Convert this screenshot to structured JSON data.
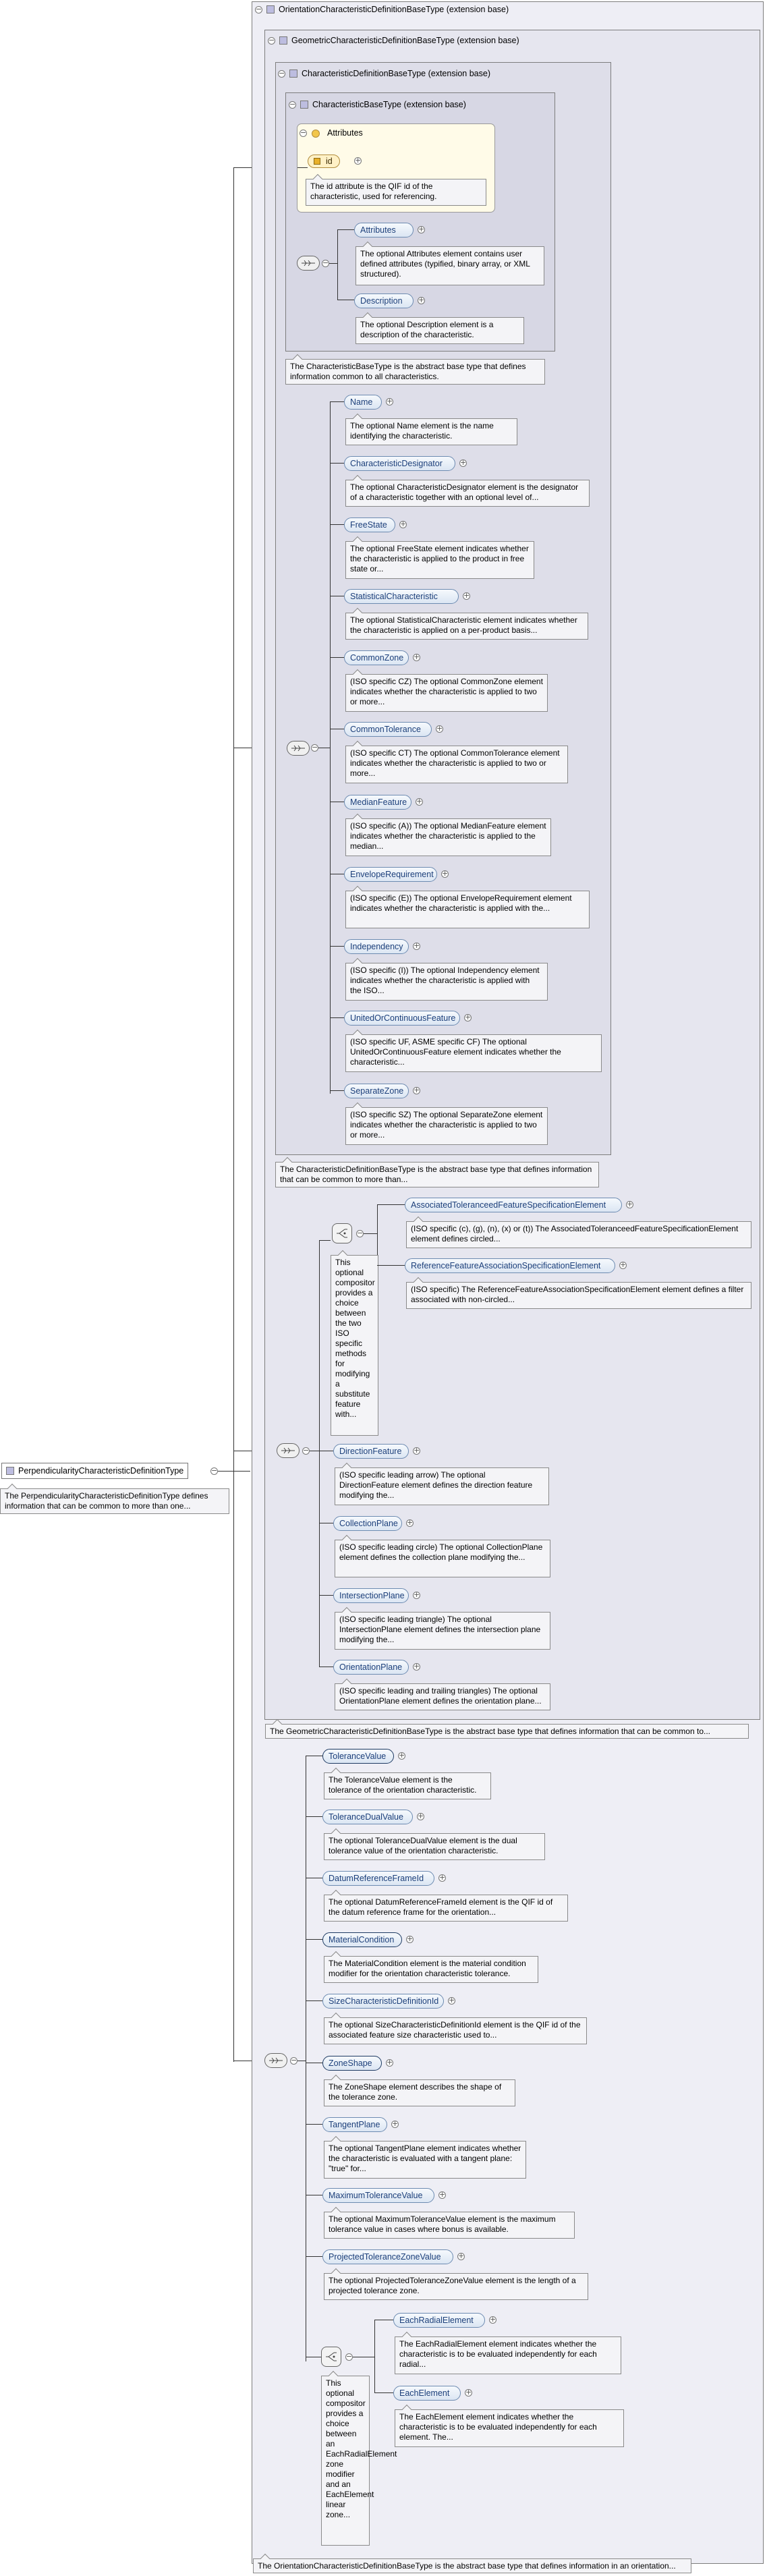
{
  "root": {
    "name": "PerpendicularityCharacteristicDefinitionType",
    "doc": "The PerpendicularityCharacteristicDefinitionType defines information that can be common to more than one..."
  },
  "containers": {
    "orientation": {
      "title": "OrientationCharacteristicDefinitionBaseType (extension base)",
      "doc": "The OrientationCharacteristicDefinitionBaseType is the abstract base type that defines information in an orientation..."
    },
    "geometric": {
      "title": "GeometricCharacteristicDefinitionBaseType (extension base)",
      "doc": "The GeometricCharacteristicDefinitionBaseType is the abstract base type that defines information that can be common to..."
    },
    "characteristic_def": {
      "title": "CharacteristicDefinitionBaseType (extension base)",
      "doc": "The CharacteristicDefinitionBaseType is the abstract base type that defines information that can be common to more than..."
    },
    "characteristic_base": {
      "title": "CharacteristicBaseType (extension base)",
      "doc": "The CharacteristicBaseType is the abstract base type that defines information common to all characteristics."
    }
  },
  "attributes": {
    "label": "Attributes",
    "id_name": "id",
    "id_doc": "The id attribute is the QIF id of the characteristic, used for referencing."
  },
  "base_elements": [
    {
      "name": "Attributes",
      "doc": "The optional Attributes element contains user defined attributes (typified, binary array, or XML structured)."
    },
    {
      "name": "Description",
      "doc": "The optional Description element is a description of the characteristic."
    }
  ],
  "def_elements": [
    {
      "name": "Name",
      "doc": "The optional Name element is the name identifying the characteristic."
    },
    {
      "name": "CharacteristicDesignator",
      "doc": "The optional CharacteristicDesignator element is the designator of a characteristic together with an optional level of..."
    },
    {
      "name": "FreeState",
      "doc": "The optional FreeState element indicates whether the characteristic is applied to the product in free state or..."
    },
    {
      "name": "StatisticalCharacteristic",
      "doc": "The optional StatisticalCharacteristic element indicates whether the characteristic is applied on a per-product basis..."
    },
    {
      "name": "CommonZone",
      "doc": "(ISO specific CZ) The optional CommonZone element indicates whether the characteristic is applied to two or more..."
    },
    {
      "name": "CommonTolerance",
      "doc": "(ISO specific CT) The optional CommonTolerance element indicates whether the characteristic is applied to two or more..."
    },
    {
      "name": "MedianFeature",
      "doc": "(ISO specific (A)) The optional MedianFeature element indicates whether the characteristic is applied to the median..."
    },
    {
      "name": "EnvelopeRequirement",
      "doc": "(ISO specific (E)) The optional EnvelopeRequirement element indicates whether the characteristic is applied with the..."
    },
    {
      "name": "Independency",
      "doc": "(ISO specific (I)) The optional Independency element indicates whether the characteristic is applied with the ISO..."
    },
    {
      "name": "UnitedOrContinuousFeature",
      "doc": "(ISO specific UF, ASME specific CF) The optional UnitedOrContinuousFeature element indicates whether the characteristic..."
    },
    {
      "name": "SeparateZone",
      "doc": "(ISO specific SZ) The optional SeparateZone element indicates whether the characteristic is applied to two or more..."
    }
  ],
  "geo_choice": {
    "doc": "This optional compositor provides a choice between the two ISO specific methods for modifying a substitute feature with...",
    "elements": [
      {
        "name": "AssociatedToleranceedFeatureSpecificationElement",
        "doc": "(ISO specific (c), (g), (n), (x) or (t)) The AssociatedToleranceedFeatureSpecificationElement element defines circled..."
      },
      {
        "name": "ReferenceFeatureAssociationSpecificationElement",
        "doc": "(ISO specific) The ReferenceFeatureAssociationSpecificationElement element defines a filter associated with non-circled..."
      }
    ]
  },
  "geo_elements": [
    {
      "name": "DirectionFeature",
      "doc": "(ISO specific leading arrow) The optional DirectionFeature element defines the direction feature modifying the..."
    },
    {
      "name": "CollectionPlane",
      "doc": "(ISO specific leading circle) The optional CollectionPlane element defines the collection plane modifying the..."
    },
    {
      "name": "IntersectionPlane",
      "doc": "(ISO specific leading triangle) The optional IntersectionPlane element defines the intersection plane modifying the..."
    },
    {
      "name": "OrientationPlane",
      "doc": "(ISO specific leading and trailing triangles) The optional OrientationPlane element defines the orientation plane..."
    }
  ],
  "orient_elements": [
    {
      "name": "ToleranceValue",
      "doc": "The ToleranceValue element is the tolerance of the orientation characteristic."
    },
    {
      "name": "ToleranceDualValue",
      "doc": "The optional ToleranceDualValue element is the dual tolerance value of the orientation characteristic."
    },
    {
      "name": "DatumReferenceFrameId",
      "doc": "The optional DatumReferenceFrameId element is the QIF id of the datum reference frame for the orientation..."
    },
    {
      "name": "MaterialCondition",
      "doc": "The MaterialCondition element is the material condition modifier for the orientation characteristic tolerance."
    },
    {
      "name": "SizeCharacteristicDefinitionId",
      "doc": "The optional SizeCharacteristicDefinitionId element is the QIF id of the associated feature size characteristic used to..."
    },
    {
      "name": "ZoneShape",
      "doc": "The ZoneShape element describes the shape of the tolerance zone."
    },
    {
      "name": "TangentPlane",
      "doc": "The optional TangentPlane element indicates whether the characteristic is evaluated with a tangent plane: \"true\" for..."
    },
    {
      "name": "MaximumToleranceValue",
      "doc": "The optional MaximumToleranceValue element is the maximum tolerance value in cases where bonus is available."
    },
    {
      "name": "ProjectedToleranceZoneValue",
      "doc": "The optional ProjectedToleranceZoneValue element is the length of a projected tolerance zone."
    }
  ],
  "orient_choice": {
    "doc": "This optional compositor provides a choice between an EachRadialElement zone modifier and an EachElement linear zone...",
    "elements": [
      {
        "name": "EachRadialElement",
        "doc": "The EachRadialElement element indicates whether the characteristic is to be evaluated independently for each radial..."
      },
      {
        "name": "EachElement",
        "doc": "The EachElement element indicates whether the characteristic is to be evaluated independently for each element. The..."
      }
    ]
  }
}
